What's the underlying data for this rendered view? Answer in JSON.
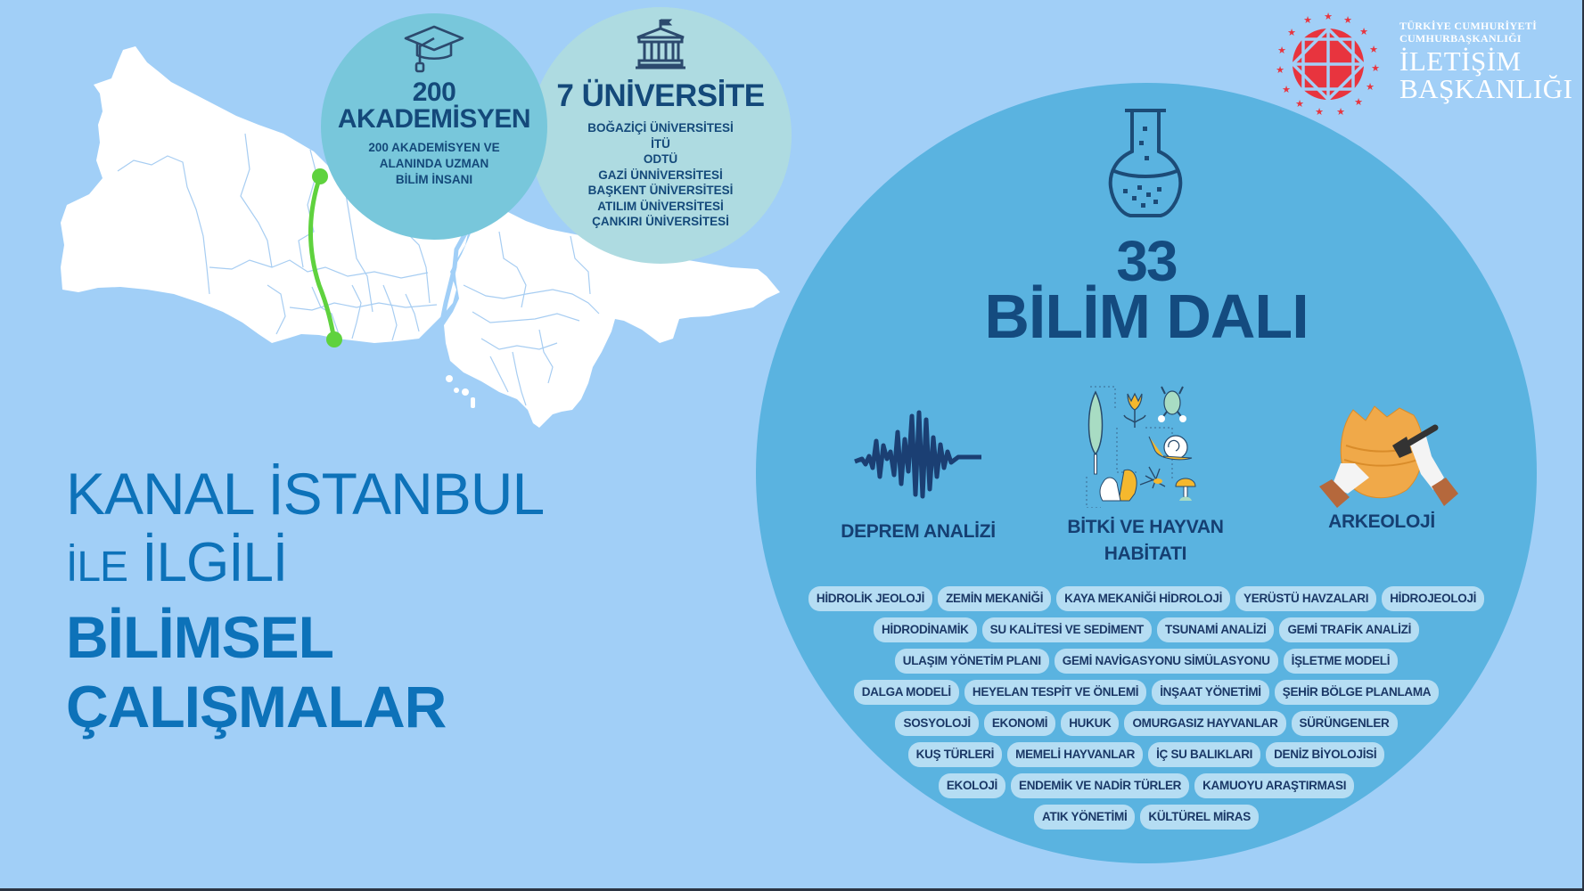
{
  "headline": {
    "line1": "KANAL İSTANBUL",
    "line2_small": "İLE",
    "line2_big": "İLGİLİ",
    "line3": "BİLİMSEL",
    "line4": "ÇALIŞMALAR"
  },
  "academics": {
    "icon": "graduation-cap-icon",
    "count": "200",
    "title": "AKADEMİSYEN",
    "subtitle_lines": [
      "200 AKADEMİSYEN VE",
      "ALANINDA UZMAN",
      "BİLİM İNSANI"
    ]
  },
  "universities": {
    "icon": "university-building-icon",
    "title": "7 ÜNİVERSİTE",
    "list": [
      "BOĞAZİÇİ ÜNİVERSİTESİ",
      "İTÜ",
      "ODTÜ",
      "GAZİ ÜNNİVERSİTESİ",
      "BAŞKENT ÜNİVERSİTESİ",
      "ATILIM ÜNİVERSİTESİ",
      "ÇANKIRI ÜNİVERSİTESİ"
    ]
  },
  "logo": {
    "line1": "TÜRKİYE CUMHURİYETİ",
    "line2": "CUMHURBAŞKANLIĞI",
    "line3": "İLETİŞİM",
    "line4": "BAŞKANLIĞI",
    "color": "#e8343e"
  },
  "science": {
    "icon": "flask-icon",
    "count": "33",
    "label": "BİLİM DALI",
    "features": [
      {
        "icon": "seismic-wave-icon",
        "label": "DEPREM ANALİZİ"
      },
      {
        "icon": "flora-fauna-icon",
        "label_lines": [
          "BİTKİ VE HAYVAN",
          "HABİTATI"
        ]
      },
      {
        "icon": "archaeology-pottery-icon",
        "label": "ARKEOLOJİ"
      }
    ],
    "tag_rows": [
      [
        "HİDROLİK JEOLOJİ",
        "ZEMİN MEKANİĞİ",
        "KAYA MEKANİĞİ HİDROLOJİ",
        "YERÜSTÜ HAVZALARI",
        "HİDROJEOLOJİ"
      ],
      [
        "HİDRODİNAMİK",
        "SU KALİTESİ VE SEDİMENT",
        "TSUNAMİ ANALİZİ",
        "GEMİ TRAFİK ANALİZİ"
      ],
      [
        "ULAŞIM YÖNETİM PLANI",
        "GEMİ NAVİGASYONU SİMÜLASYONU",
        "İŞLETME MODELİ"
      ],
      [
        "DALGA MODELİ",
        "HEYELAN TESPİT VE ÖNLEMİ",
        "İNŞAAT YÖNETİMİ",
        "ŞEHİR BÖLGE PLANLAMA"
      ],
      [
        "SOSYOLOJİ",
        "EKONOMİ",
        "HUKUK",
        "OMURGASIZ HAYVANLAR",
        "SÜRÜNGENLER"
      ],
      [
        "KUŞ TÜRLERİ",
        "MEMELİ HAYVANLAR",
        "İÇ SU BALIKLARI",
        "DENİZ BİYOLOJİSİ"
      ],
      [
        "EKOLOJİ",
        "ENDEMİK VE NADİR TÜRLER",
        "KAMUOYU ARAŞTIRMASI"
      ],
      [
        "ATIK YÖNETİMİ",
        "KÜLTÜREL MİRAS"
      ]
    ]
  },
  "map": {
    "region": "İstanbul",
    "canal_color": "#5fd23e"
  },
  "colors": {
    "background": "#a1cff7",
    "big_circle": "#5ab3e0",
    "academics_circle": "#78c7db",
    "universities_circle": "#aedbe1",
    "headline": "#0d72b9",
    "navy_text": "#144b7f",
    "tag_bg": "#b5ddf3"
  }
}
